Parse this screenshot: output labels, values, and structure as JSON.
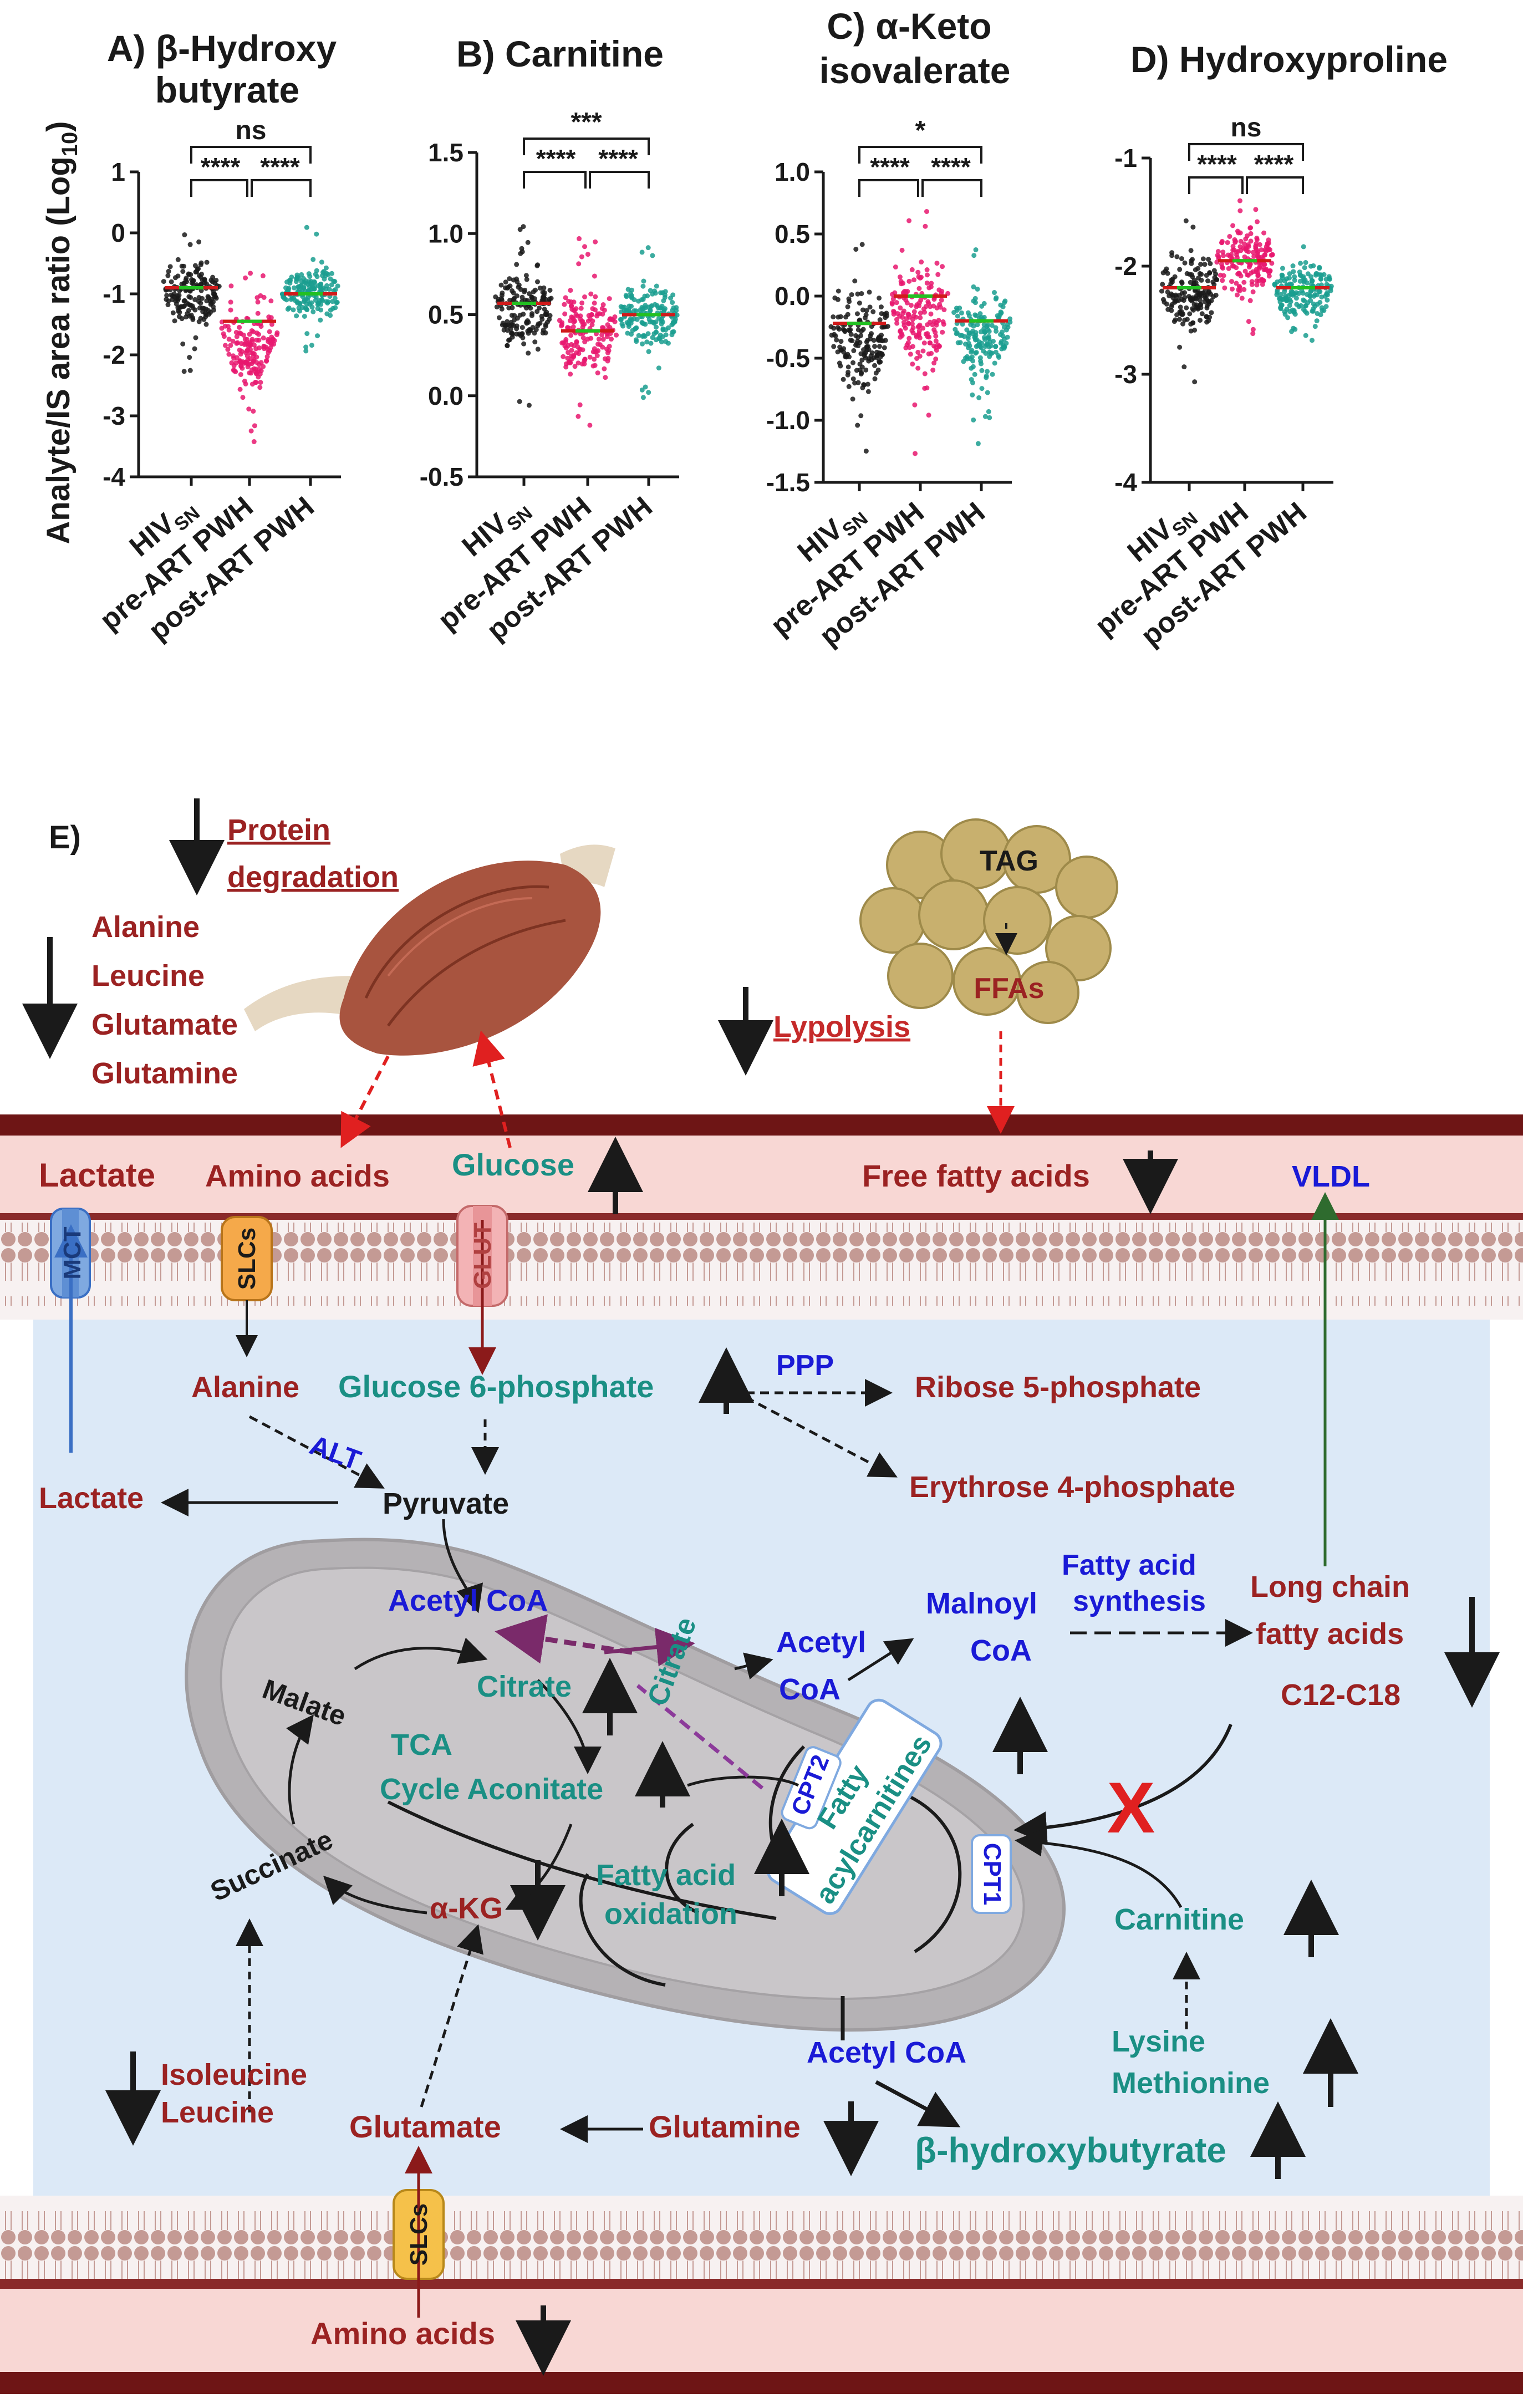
{
  "colors": {
    "hiv_sn": "#1a1a1a",
    "pre_art": "#e8186e",
    "post_art": "#1a9e8f",
    "median": "#d11b1b",
    "red_text": "#9b2222",
    "teal_text": "#1a8f84",
    "blue_text": "#1a1ad6",
    "black_text": "#1a1a1a",
    "cell_bg": "#dce9f7",
    "vessel_bg": "#f8d7d4",
    "vessel_wall": "#7a1a1a"
  },
  "panel_common": {
    "y_axis_label": "Analyte/IS area ratio (Log",
    "y_axis_sub": "10",
    "y_axis_close": ")",
    "groups": [
      "HIV",
      "pre-ART PWH",
      "post-ART PWH"
    ],
    "group_sub": "SN"
  },
  "chart_data": [
    {
      "type": "scatter",
      "panel": "A)",
      "title_line1": "β-Hydroxy",
      "title_line2": "butyrate",
      "ylim": [
        -4,
        1
      ],
      "yticks": [
        "1",
        "0",
        "-1",
        "-2",
        "-3",
        "-4"
      ],
      "medians": [
        -0.9,
        -1.45,
        -1.0
      ],
      "spreads": [
        [
          -2.3,
          0.2
        ],
        [
          -3.9,
          -0.6
        ],
        [
          -2.0,
          0.1
        ]
      ],
      "sig": {
        "top": "ns",
        "left": "****",
        "right": "****"
      }
    },
    {
      "type": "scatter",
      "panel": "B)",
      "title_line1": "Carnitine",
      "title_line2": "",
      "ylim": [
        -0.5,
        1.5
      ],
      "yticks": [
        "1.5",
        "1.0",
        "0.5",
        "0.0",
        "-0.5"
      ],
      "medians": [
        0.57,
        0.4,
        0.5
      ],
      "spreads": [
        [
          -0.12,
          1.05
        ],
        [
          -0.35,
          1.05
        ],
        [
          -0.05,
          1.0
        ]
      ],
      "sig": {
        "top": "***",
        "left": "****",
        "right": "****"
      }
    },
    {
      "type": "scatter",
      "panel": "C)",
      "title_line1": "α-Keto",
      "title_line2": "isovalerate",
      "ylim": [
        -1.5,
        1.0
      ],
      "yticks": [
        "1.0",
        "0.5",
        "0.0",
        "-0.5",
        "-1.0",
        "-1.5"
      ],
      "medians": [
        -0.22,
        0.0,
        -0.2
      ],
      "spreads": [
        [
          -1.4,
          0.5
        ],
        [
          -1.3,
          0.75
        ],
        [
          -1.2,
          0.4
        ]
      ],
      "sig": {
        "top": "*",
        "left": "****",
        "right": "****"
      }
    },
    {
      "type": "scatter",
      "panel": "D)",
      "title_line1": "Hydroxyproline",
      "title_line2": "",
      "ylim": [
        -4,
        -1
      ],
      "yticks": [
        "-1",
        "-2",
        "-3",
        "-4"
      ],
      "medians": [
        -2.2,
        -1.95,
        -2.2
      ],
      "spreads": [
        [
          -3.1,
          -1.5
        ],
        [
          -2.7,
          -1.2
        ],
        [
          -2.9,
          -1.6
        ]
      ],
      "sig": {
        "top": "ns",
        "left": "****",
        "right": "****"
      }
    }
  ],
  "diagram": {
    "panel_label": "E)",
    "protein_degradation": [
      "Protein",
      "degradation"
    ],
    "muscle_amino": [
      "Alanine",
      "Leucine",
      "Glutamate",
      "Glutamine"
    ],
    "tag": "TAG",
    "ffas": "FFAs",
    "lypolysis": "Lypolysis",
    "lactate_blood": "Lactate",
    "amino_acids_blood": "Amino acids",
    "glucose_blood": "Glucose",
    "free_fatty_acids": "Free fatty acids",
    "vldl": "VLDL",
    "mct": "MCT",
    "slcs": "SLCs",
    "glut": "GLUT",
    "alanine": "Alanine",
    "glucose_6p": "Glucose 6-phosphate",
    "ppp": "PPP",
    "ribose": "Ribose 5-phosphate",
    "erythrose": "Erythrose 4-phosphate",
    "alt": "ALT",
    "lactate_cell": "Lactate",
    "pyruvate": "Pyruvate",
    "acetyl_coa_1": "Acetyl CoA",
    "malate": "Malate",
    "citrate_1": "Citrate",
    "citrate_2": "Citrate",
    "tca": "TCA",
    "cycle_aconitate": "Cycle Aconitate",
    "succinate": "Succinate",
    "akg": "α-KG",
    "fa_oxidation": [
      "Fatty acid",
      "oxidation"
    ],
    "acetyl_coa_2": [
      "Acetyl",
      "CoA"
    ],
    "malnoyl": [
      "Malnoyl",
      "CoA"
    ],
    "fa_synthesis": [
      "Fatty acid",
      "synthesis"
    ],
    "long_chain": [
      "Long chain",
      "fatty acids"
    ],
    "c12": "C12-C18",
    "cpt2": "CPT2",
    "cpt1": "CPT1",
    "fatty_acylcarnitines": [
      "Fatty",
      "acylcarnitines"
    ],
    "carnitine": "Carnitine",
    "lysine_met": [
      "Lysine",
      "Methionine"
    ],
    "acetyl_coa_3": "Acetyl CoA",
    "bhb": "β-hydroxybutyrate",
    "isoleucine_leucine": [
      "Isoleucine",
      "Leucine"
    ],
    "glutamate": "Glutamate",
    "glutamine": "Glutamine",
    "slcs_bottom": "SLCs",
    "amino_acids_bottom": "Amino acids",
    "block_mark": "X"
  }
}
